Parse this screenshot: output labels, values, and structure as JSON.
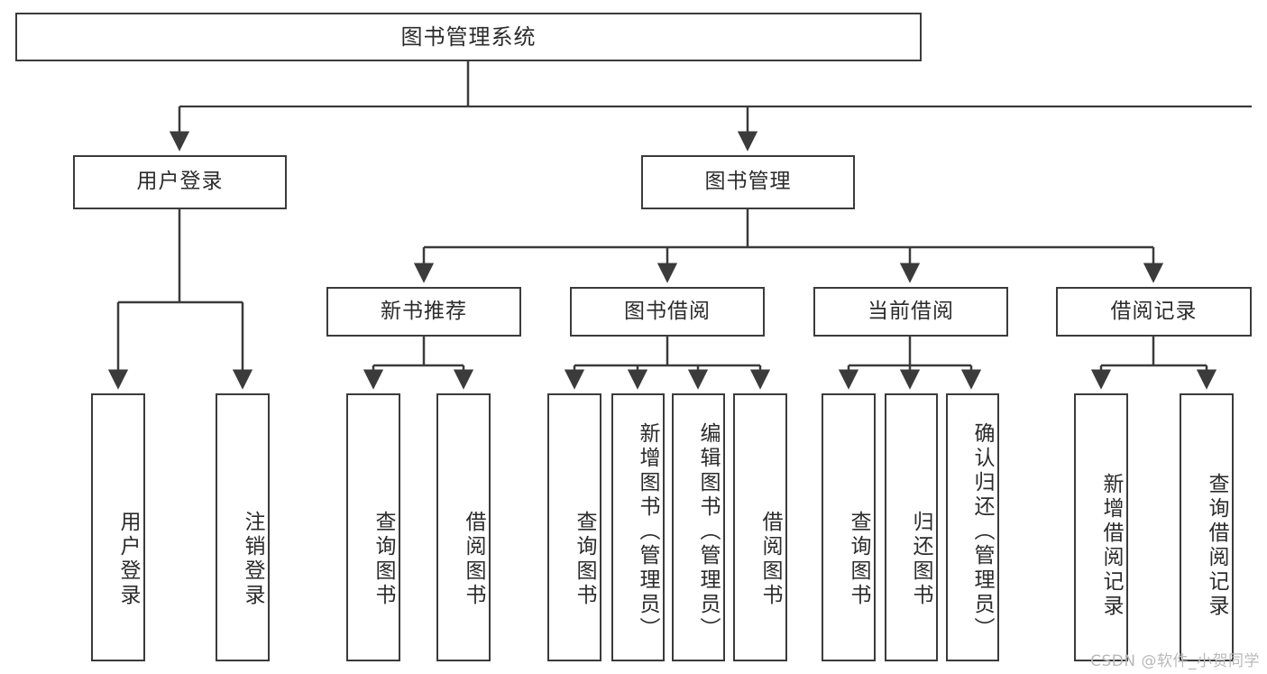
{
  "diagram": {
    "title": "图书管理系统",
    "type": "tree-hierarchy-diagram",
    "colors": {
      "box_stroke": "#3b3b3b",
      "box_fill": "#ffffff",
      "connector": "#3b3b3b",
      "text": "#2b2b2b",
      "watermark": "#b9b9b9"
    },
    "root": {
      "id": "root",
      "label": "图书管理系统"
    },
    "level2": [
      {
        "id": "user-login",
        "label": "用户登录"
      },
      {
        "id": "book-management",
        "label": "图书管理"
      }
    ],
    "level3": [
      {
        "id": "new-book-recommend",
        "label": "新书推荐"
      },
      {
        "id": "book-borrow",
        "label": "图书借阅"
      },
      {
        "id": "current-borrow",
        "label": "当前借阅"
      },
      {
        "id": "borrow-record",
        "label": "借阅记录"
      }
    ],
    "leaves": {
      "user_login": [
        {
          "id": "leaf-user-login",
          "label": "用户登录"
        },
        {
          "id": "leaf-user-logout",
          "label": "注销登录"
        }
      ],
      "new_book_recommend": [
        {
          "id": "leaf-query-book-1",
          "label": "查询图书"
        },
        {
          "id": "leaf-borrow-book-1",
          "label": "借阅图书"
        }
      ],
      "book_borrow": [
        {
          "id": "leaf-query-book-2",
          "label": "查询图书"
        },
        {
          "id": "leaf-add-book",
          "label": "新增图书（管理员）"
        },
        {
          "id": "leaf-edit-book",
          "label": "编辑图书（管理员）"
        },
        {
          "id": "leaf-borrow-book-2",
          "label": "借阅图书"
        }
      ],
      "current_borrow": [
        {
          "id": "leaf-query-book-3",
          "label": "查询图书"
        },
        {
          "id": "leaf-return-book",
          "label": "归还图书"
        },
        {
          "id": "leaf-confirm-return",
          "label": "确认归还（管理员）"
        }
      ],
      "borrow_record": [
        {
          "id": "leaf-add-record",
          "label": "新增借阅记录"
        },
        {
          "id": "leaf-query-record",
          "label": "查询借阅记录"
        }
      ]
    },
    "watermark": "CSDN @软件_小贺同学"
  }
}
